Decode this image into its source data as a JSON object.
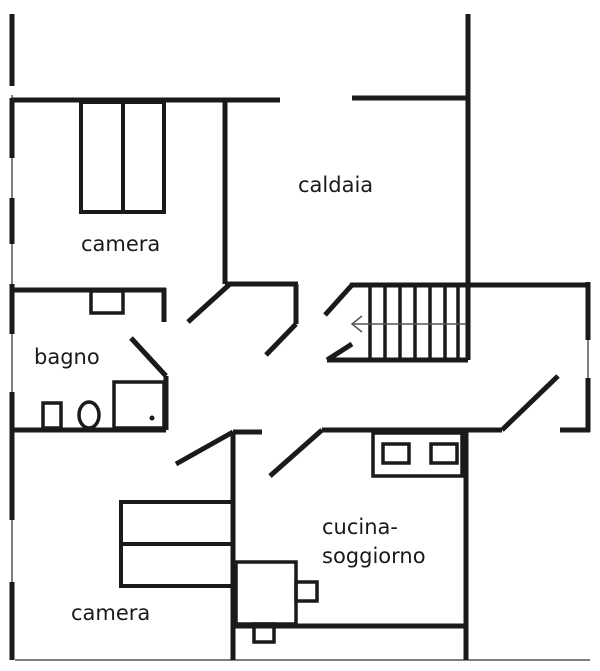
{
  "rooms": {
    "caldaia": "caldaia",
    "camera_top": "camera",
    "bagno": "bagno",
    "cucina_line1": "cucina-",
    "cucina_line2": "soggiorno",
    "camera_bottom": "camera"
  },
  "colors": {
    "wall": "#1a1a1a",
    "background": "#ffffff",
    "thin_line": "#555555"
  }
}
